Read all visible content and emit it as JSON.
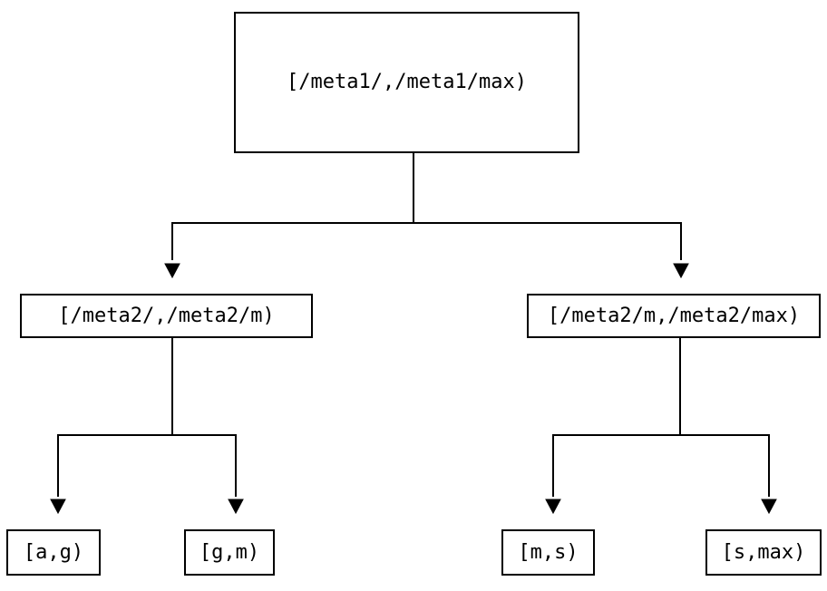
{
  "diagram": {
    "type": "tree",
    "colors": {
      "background": "#ffffff",
      "line": "#000000",
      "box_border": "#000000",
      "text": "#000000"
    },
    "nodes": {
      "root": {
        "label": "[/meta1/,/meta1/max)"
      },
      "meta2_low": {
        "label": "[/meta2/,/meta2/m)"
      },
      "meta2_high": {
        "label": "[/meta2/m,/meta2/max)"
      },
      "leaf_ag": {
        "label": "[a,g)"
      },
      "leaf_gm": {
        "label": "[g,m)"
      },
      "leaf_ms": {
        "label": "[m,s)"
      },
      "leaf_smax": {
        "label": "[s,max)"
      }
    },
    "edges": [
      {
        "from": "root",
        "to": "meta2_low"
      },
      {
        "from": "root",
        "to": "meta2_high"
      },
      {
        "from": "meta2_low",
        "to": "leaf_ag"
      },
      {
        "from": "meta2_low",
        "to": "leaf_gm"
      },
      {
        "from": "meta2_high",
        "to": "leaf_ms"
      },
      {
        "from": "meta2_high",
        "to": "leaf_smax"
      }
    ]
  }
}
